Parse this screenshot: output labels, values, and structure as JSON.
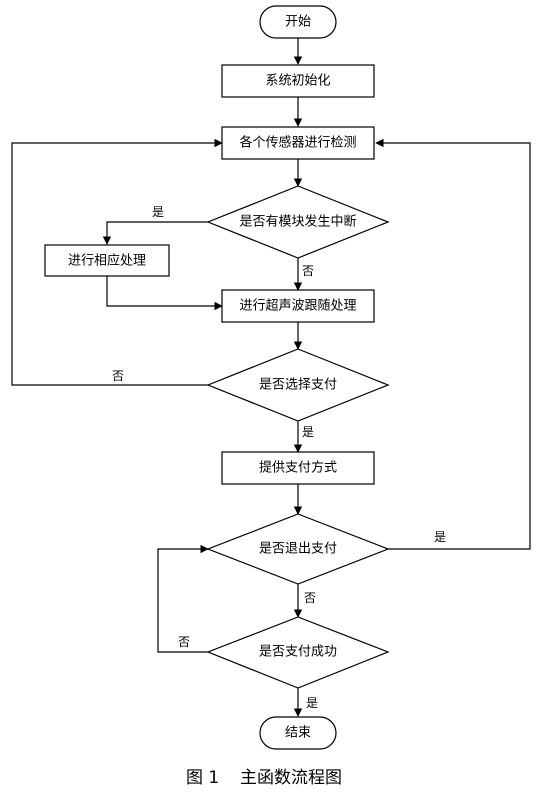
{
  "flowchart": {
    "nodes": {
      "start": "开始",
      "init": "系统初始化",
      "detect": "各个传感器进行检测",
      "interrupt_q": "是否有模块发生中断",
      "handle": "进行相应处理",
      "ultrasonic": "进行超声波跟随处理",
      "pay_q": "是否选择支付",
      "pay_methods": "提供支付方式",
      "exit_q": "是否退出支付",
      "success_q": "是否支付成功",
      "end": "结束"
    },
    "edge_labels": {
      "interrupt_yes": "是",
      "interrupt_no": "否",
      "pay_no": "否",
      "pay_yes": "是",
      "exit_yes": "是",
      "exit_no": "否",
      "success_no": "否",
      "success_yes": "是"
    }
  },
  "caption": {
    "figure_number": "图 1",
    "title": "主函数流程图"
  }
}
